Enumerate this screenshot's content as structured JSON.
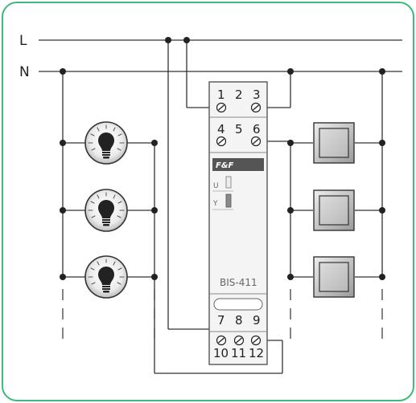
{
  "lines": {
    "line_label": "L",
    "neutral_label": "N"
  },
  "module": {
    "model": "BIS-411",
    "brand": "F&F",
    "indicator_u": "U",
    "indicator_lamp": "Y"
  },
  "terminals": {
    "top_row_1": [
      "1",
      "2",
      "3"
    ],
    "top_row_2": [
      "4",
      "5",
      "6"
    ],
    "bottom_row_1": [
      "7",
      "8",
      "9"
    ],
    "bottom_row_2": [
      "10",
      "11",
      "12"
    ]
  },
  "colors": {
    "frame_border": "#3dba79",
    "wire": "#333333",
    "module_fill": "#f4f4f4",
    "button_fill": "#d0d0d0"
  }
}
